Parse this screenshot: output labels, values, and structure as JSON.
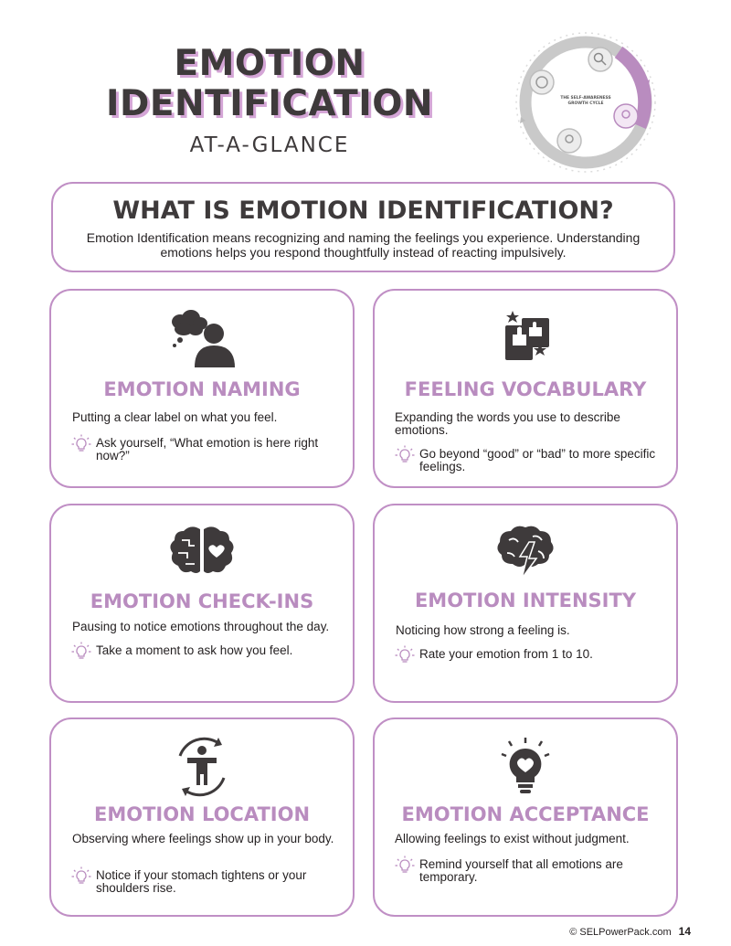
{
  "header": {
    "title_line1": "EMOTION",
    "title_line2": "IDENTIFICATION",
    "subtitle": "AT-A-GLANCE"
  },
  "cycle_graphic": {
    "center_label": "THE SELF-AWARENESS GROWTH CYCLE",
    "highlight_color": "#b98cbf"
  },
  "intro": {
    "title": "WHAT IS EMOTION IDENTIFICATION?",
    "body": "Emotion Identification means recognizing and naming the feelings you experience. Understanding emotions helps you respond thoughtfully instead of reacting impulsively."
  },
  "cards": [
    {
      "icon": "thought-bubble-person-icon",
      "title": "EMOTION NAMING",
      "description": "Putting a clear label on what you feel.",
      "tip": "Ask yourself, “What emotion is here right now?”"
    },
    {
      "icon": "thumbs-feedback-icon",
      "title": "FEELING VOCABULARY",
      "description": "Expanding the words you use to describe emotions.",
      "tip": "Go beyond “good” or “bad” to more specific feelings."
    },
    {
      "icon": "brain-heart-icon",
      "title": "EMOTION CHECK-INS",
      "description": "Pausing to notice emotions throughout the day.",
      "tip": "Take a moment to ask how you feel."
    },
    {
      "icon": "brain-lightning-icon",
      "title": "EMOTION INTENSITY",
      "description": "Noticing how strong a feeling is.",
      "tip": "Rate your emotion from 1 to 10."
    },
    {
      "icon": "body-cycle-icon",
      "title": "EMOTION LOCATION",
      "description": "Observing where feelings show up in your body.",
      "tip": "Notice if your stomach tightens or your shoulders rise."
    },
    {
      "icon": "heart-lightbulb-icon",
      "title": "EMOTION ACCEPTANCE",
      "description": "Allowing feelings to exist without judgment.",
      "tip": "Remind yourself that all emotions are temporary."
    }
  ],
  "colors": {
    "accent": "#b98cbf",
    "border": "#c08fc5",
    "dark_text": "#3e3a3b"
  },
  "footer": {
    "copyright": "© SELPowerPack.com",
    "page_number": "14"
  }
}
